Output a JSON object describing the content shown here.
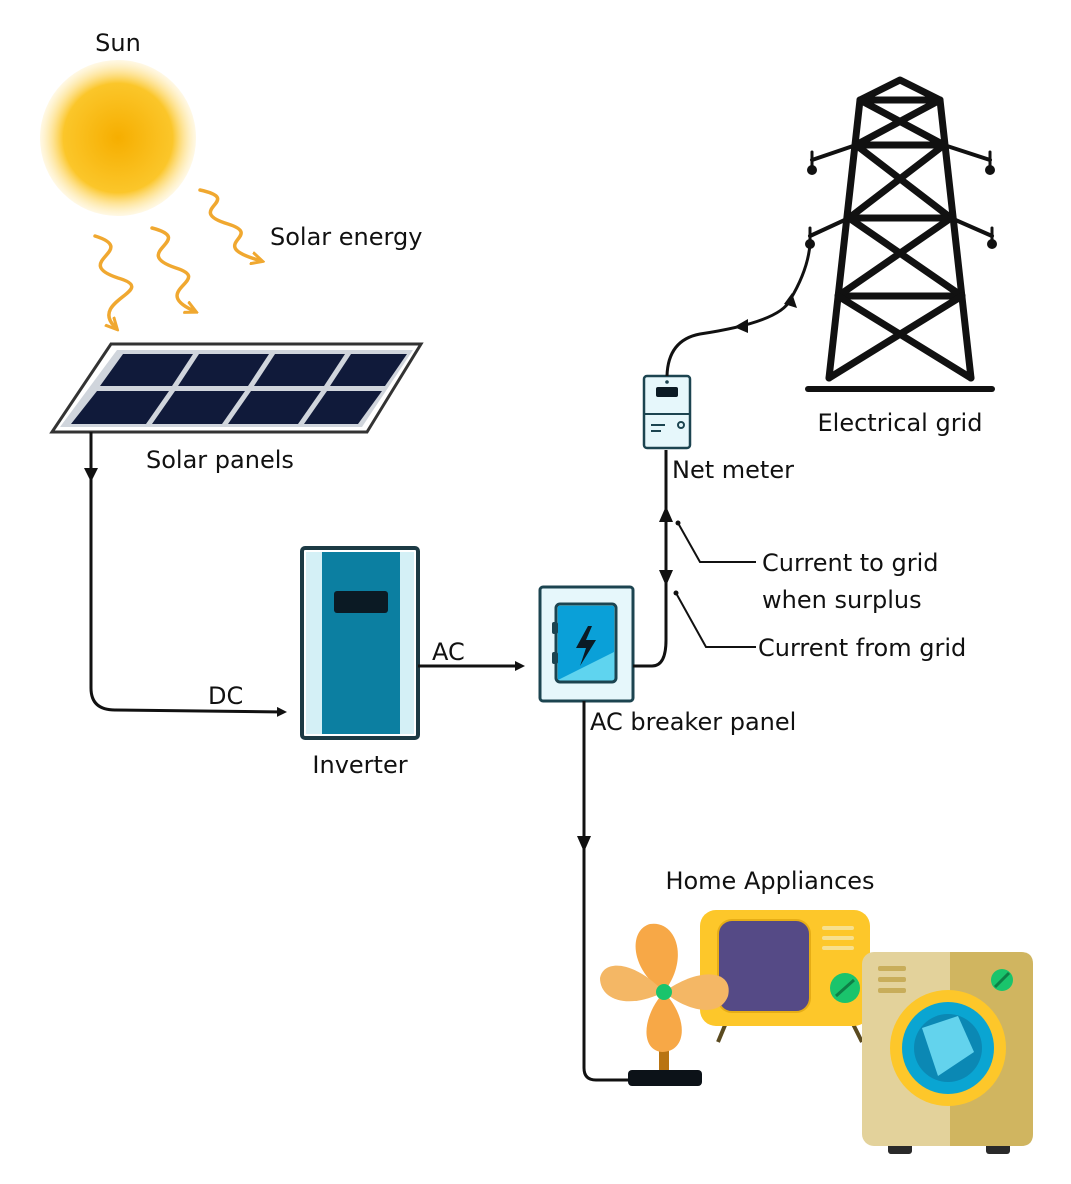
{
  "labels": {
    "sun": "Sun",
    "solar_energy": "Solar energy",
    "solar_panels": "Solar panels",
    "dc": "DC",
    "ac": "AC",
    "inverter": "Inverter",
    "breaker_panel": "AC breaker panel",
    "net_meter": "Net meter",
    "electrical_grid": "Electrical grid",
    "current_to_grid_1": "Current to grid",
    "current_to_grid_2": "when surplus",
    "current_from_grid": "Current from grid",
    "home_appliances": "Home Appliances"
  },
  "colors": {
    "sun": "#f8b80c",
    "rays": "#f0a830",
    "panel_cell": "#101a3a",
    "inverter": "#0c7fa1",
    "inverter_trim": "#d4f0f6",
    "breaker_fill": "#5fd4ef",
    "breaker_door": "#0aa0d8",
    "tower": "#111111",
    "fan": "#f7a847",
    "tv_body": "#fdc72a",
    "tv_screen": "#554a86",
    "washer_body": "#e3d29b",
    "washer_door": "#0aa5d2",
    "knob": "#1ac46c",
    "wire": "#111111"
  },
  "icons": [
    "sun-icon",
    "solar-panel-icon",
    "inverter-icon",
    "breaker-panel-icon",
    "net-meter-icon",
    "transmission-tower-icon",
    "fan-icon",
    "tv-icon",
    "washing-machine-icon"
  ]
}
